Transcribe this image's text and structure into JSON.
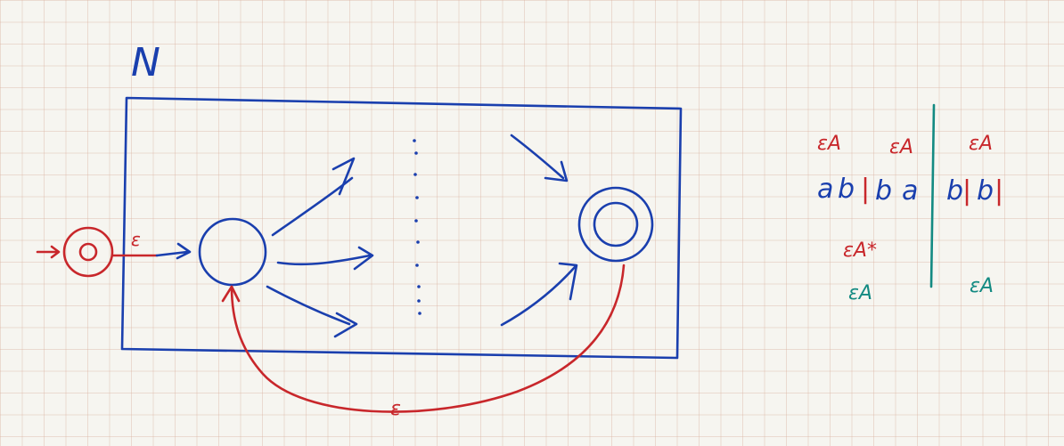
{
  "diagram": {
    "nfa_label": "N",
    "epsilon_entry": "ε",
    "epsilon_loop": "ε",
    "string_tokens": [
      "a",
      "b",
      "|",
      "b",
      "a",
      "b",
      "|",
      "b",
      "|"
    ],
    "group_labels_top": [
      "εA",
      "εA",
      "εA"
    ],
    "star_label": "εA*",
    "bottom_labels": [
      "εA",
      "εA"
    ],
    "colors": {
      "blue": "#1a3fae",
      "red": "#c8272b",
      "teal": "#138a82"
    }
  }
}
